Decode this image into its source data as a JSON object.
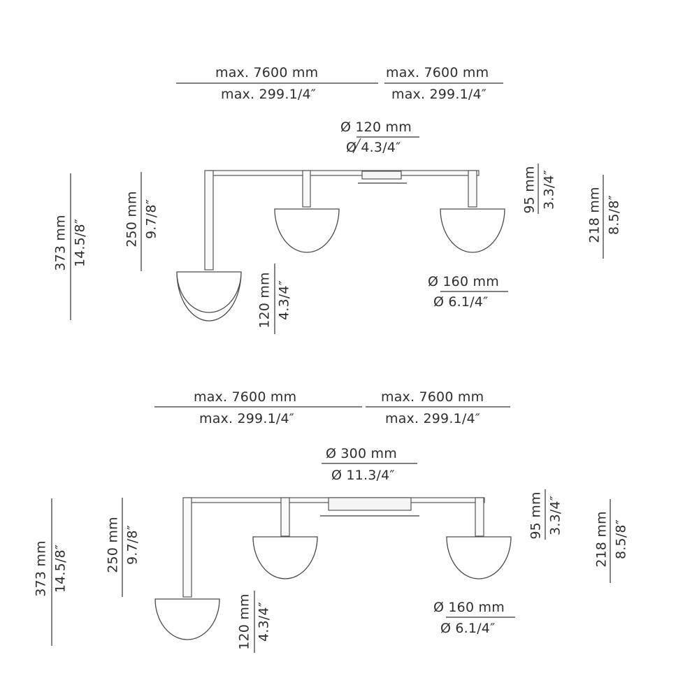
{
  "top": {
    "span_left": {
      "mm": "max. 7600 mm",
      "inch": "max. 299.1/4″"
    },
    "span_right": {
      "mm": "max. 7600 mm",
      "inch": "max. 299.1/4″"
    },
    "canopy": {
      "mm": "Ø 120 mm",
      "inch": "Ø 4.3/4″"
    },
    "total_height": {
      "mm": "373 mm",
      "inch": "14.5/8″"
    },
    "stem_height": {
      "mm": "250 mm",
      "inch": "9.7/8″"
    },
    "shade_height": {
      "mm": "120 mm",
      "inch": "4.3/4″"
    },
    "side_stem": {
      "mm": "95 mm",
      "inch": "3.3/4″"
    },
    "side_height": {
      "mm": "218 mm",
      "inch": "8.5/8″"
    },
    "shade_diameter": {
      "mm": "Ø 160 mm",
      "inch": "Ø 6.1/4″"
    }
  },
  "bottom": {
    "span_left": {
      "mm": "max. 7600 mm",
      "inch": "max. 299.1/4″"
    },
    "span_right": {
      "mm": "max. 7600 mm",
      "inch": "max. 299.1/4″"
    },
    "canopy": {
      "mm": "Ø 300 mm",
      "inch": "Ø 11.3/4″"
    },
    "total_height": {
      "mm": "373 mm",
      "inch": "14.5/8″"
    },
    "stem_height": {
      "mm": "250 mm",
      "inch": "9.7/8″"
    },
    "shade_height": {
      "mm": "120 mm",
      "inch": "4.3/4″"
    },
    "side_stem": {
      "mm": "95 mm",
      "inch": "3.3/4″"
    },
    "side_height": {
      "mm": "218 mm",
      "inch": "8.5/8″"
    },
    "shade_diameter": {
      "mm": "Ø 160 mm",
      "inch": "Ø 6.1/4″"
    }
  },
  "colors": {
    "line": "#3a3a3a",
    "text": "#2e2e2e",
    "background": "#ffffff"
  }
}
